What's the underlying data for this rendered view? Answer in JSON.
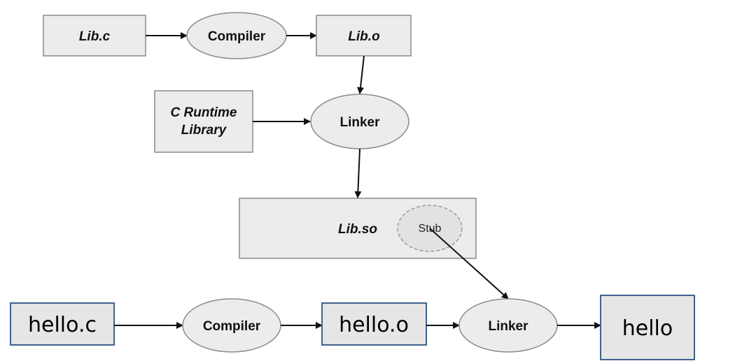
{
  "nodes": {
    "lib_c": "Lib.c",
    "compiler_top": "Compiler",
    "lib_o": "Lib.o",
    "c_runtime_line1": "C Runtime",
    "c_runtime_line2": "Library",
    "linker_top": "Linker",
    "lib_so": "Lib.so",
    "stub": "Stub",
    "hello_c": "hello.c",
    "compiler_bottom": "Compiler",
    "hello_o": "hello.o",
    "linker_bottom": "Linker",
    "hello": "hello"
  }
}
